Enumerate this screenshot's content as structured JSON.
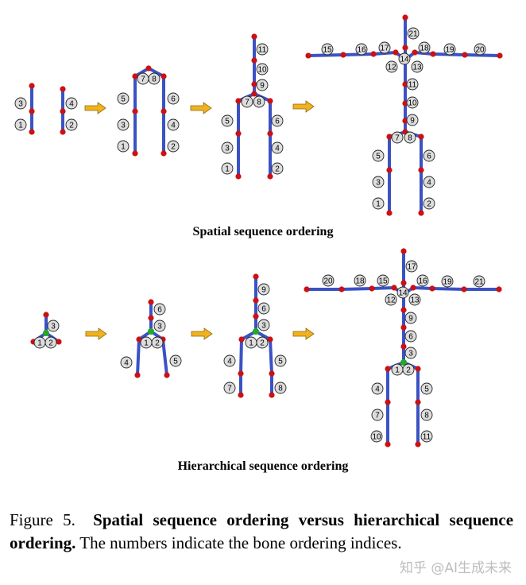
{
  "figure": {
    "panel_titles": {
      "spatial": "Spatial sequence ordering",
      "hierarchical": "Hierarchical sequence ordering"
    },
    "colors": {
      "bone": "#3b52c4",
      "joint": "#cc1111",
      "root": "#22aa22",
      "arrow": "#f2b21e",
      "label_fill": "#dddddd"
    },
    "spatial_stages": [
      {
        "labels": [
          "1",
          "2",
          "3",
          "4"
        ]
      },
      {
        "labels": [
          "1",
          "2",
          "3",
          "4",
          "5",
          "6",
          "7",
          "8"
        ]
      },
      {
        "labels": [
          "1",
          "2",
          "3",
          "4",
          "5",
          "6",
          "7",
          "8",
          "9",
          "10",
          "11"
        ]
      },
      {
        "labels": [
          "1",
          "2",
          "3",
          "4",
          "5",
          "6",
          "7",
          "8",
          "9",
          "10",
          "11",
          "12",
          "13",
          "14",
          "15",
          "16",
          "17",
          "18",
          "19",
          "20",
          "21"
        ]
      }
    ],
    "hierarchical_stages": [
      {
        "labels": [
          "1",
          "2",
          "3"
        ]
      },
      {
        "labels": [
          "1",
          "2",
          "3",
          "4",
          "5",
          "6"
        ]
      },
      {
        "labels": [
          "1",
          "2",
          "3",
          "4",
          "5",
          "6",
          "7",
          "8",
          "9"
        ]
      },
      {
        "labels": [
          "1",
          "2",
          "3",
          "4",
          "5",
          "6",
          "7",
          "8",
          "9",
          "10",
          "11",
          "12",
          "13",
          "14",
          "15",
          "16",
          "17",
          "18",
          "19",
          "20",
          "21"
        ]
      }
    ]
  },
  "caption": {
    "label": "Figure 5.",
    "bold_text": "Spatial sequence ordering versus hierarchical sequence ordering.",
    "text": "The numbers indicate the bone ordering indices."
  },
  "watermark": "知乎 @AI生成未来"
}
